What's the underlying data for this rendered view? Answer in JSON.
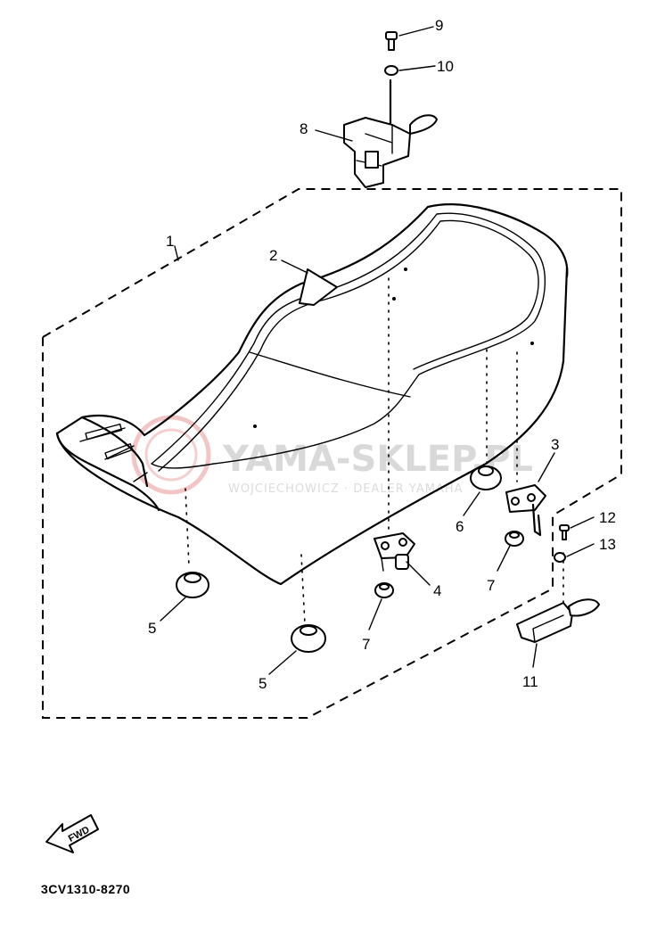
{
  "diagram": {
    "part_code": "3CV1310-8270",
    "direction_arrow": "FWD",
    "watermark": {
      "brand": "YAMA-SKLEP.PL",
      "subtitle": "WOJCIECHOWICZ · DEALER YAMAHA"
    },
    "callouts": [
      "1",
      "2",
      "3",
      "4",
      "5",
      "5",
      "6",
      "7",
      "7",
      "8",
      "9",
      "10",
      "11",
      "12",
      "13"
    ]
  }
}
